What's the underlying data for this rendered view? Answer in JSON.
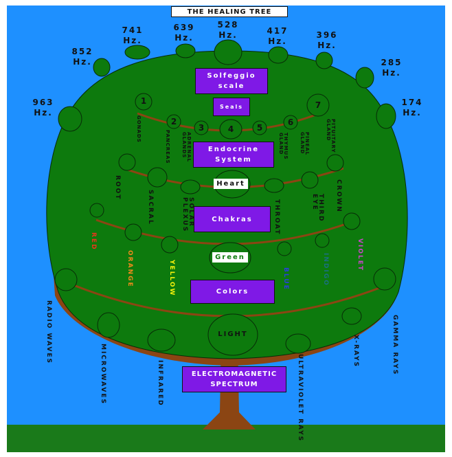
{
  "title": "The Healing Tree",
  "frequencies": [
    "852 Hz.",
    "741 Hz.",
    "639 Hz.",
    "528 Hz.",
    "417 Hz.",
    "396 Hz.",
    "285 Hz.",
    "963 Hz.",
    "174 Hz."
  ],
  "boxes": {
    "solfeggio": "Solfeggio\nscale",
    "seals": "Seals",
    "endocrine": "Endocrine\nSystem",
    "heart": "Heart",
    "chakras": "Chakras",
    "green": "Green",
    "colors": "Colors",
    "light": "Light",
    "spectrum": "Electromagnetic\nSpectrum"
  },
  "seal_numbers": [
    "1",
    "2",
    "3",
    "4",
    "5",
    "6",
    "7"
  ],
  "glands": [
    "Gonads",
    "Pancreas",
    "Adrenal Glands",
    "Thymus Gland",
    "Pineal Gland",
    "Pituitary Gland"
  ],
  "chakras": [
    "Root",
    "Sacral",
    "Solar Plexus",
    "Throat",
    "Third Eye",
    "Crown"
  ],
  "colors": [
    {
      "label": "Red",
      "color": "#e8361c"
    },
    {
      "label": "Orange",
      "color": "#f08a1c"
    },
    {
      "label": "Yellow",
      "color": "#f4f20c"
    },
    {
      "label": "Blue",
      "color": "#2a3fe0"
    },
    {
      "label": "Indigo",
      "color": "#1a7080"
    },
    {
      "label": "Violet",
      "color": "#cc44cc"
    }
  ],
  "spectrum": [
    "Radio Waves",
    "Microwaves",
    "Infrared",
    "Ultraviolet Rays",
    "X-rays",
    "Gamma Rays"
  ],
  "palette": {
    "sky": "#1e90ff",
    "grass": "#1a7a1a",
    "canopy": "#0d7a0d",
    "trunk": "#8b4513",
    "box": "#7f19e6"
  }
}
